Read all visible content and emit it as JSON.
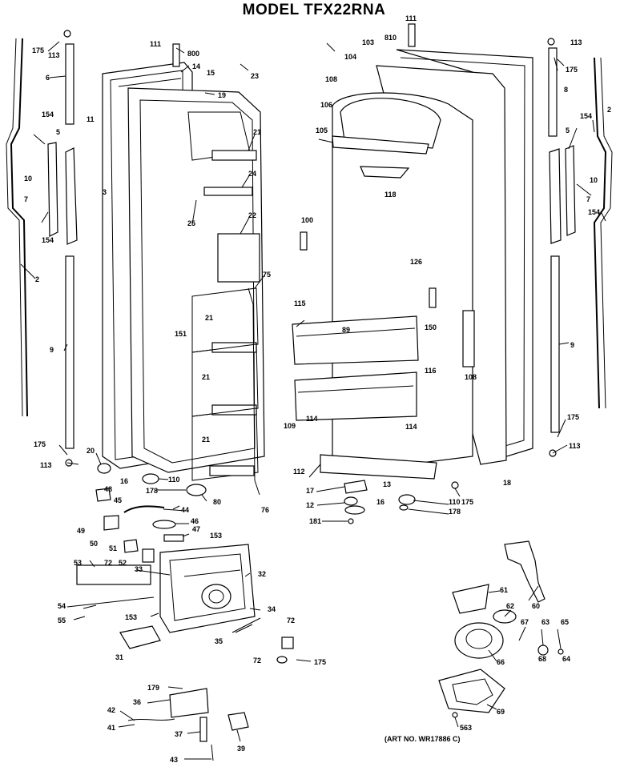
{
  "title": "MODEL TFX22RNA",
  "art_no": "(ART NO. WR17886 C)",
  "callouts": {
    "c111a": "111",
    "c800a": "800",
    "c14": "14",
    "c15": "15",
    "c23": "23",
    "c19": "19",
    "c175a": "175",
    "c113a": "113",
    "c6a": "6",
    "c154a": "154",
    "c5a": "5",
    "c11": "11",
    "c3": "3",
    "c10a": "10",
    "c7a": "7",
    "c154b": "154",
    "c2a": "2",
    "c9a": "9",
    "c21a": "21",
    "c24": "24",
    "c25": "25",
    "c22": "22",
    "c75": "75",
    "c151": "151",
    "c21b": "21",
    "c21c": "21",
    "c21d": "21",
    "c175b": "175",
    "c113b": "113",
    "c20": "20",
    "c16a": "16",
    "c110a": "110",
    "c178a": "178",
    "c80": "80",
    "c76": "76",
    "c48": "48",
    "c45": "45",
    "c44": "44",
    "c49": "49",
    "c46": "46",
    "c47": "47",
    "c153a": "153",
    "c50": "50",
    "c51": "51",
    "c72a": "72",
    "c52": "52",
    "c53": "53",
    "c33": "33",
    "c32": "32",
    "c54": "54",
    "c55": "55",
    "c153b": "153",
    "c34": "34",
    "c31": "31",
    "c35": "35",
    "c72b": "72",
    "c72c": "72",
    "c175c": "175",
    "c179": "179",
    "c36": "36",
    "c42": "42",
    "c41": "41",
    "c37": "37",
    "c39": "39",
    "c43": "43",
    "c111b": "111",
    "c810": "810",
    "c103": "103",
    "c104": "104",
    "c108": "108",
    "c106": "106",
    "c105": "105",
    "c118": "118",
    "c100": "100",
    "c126": "126",
    "c115": "115",
    "c89": "89",
    "c150": "150",
    "c116": "116",
    "c108b": "108",
    "c109": "109",
    "c114a": "114",
    "c114b": "114",
    "c112": "112",
    "c17": "17",
    "c13": "13",
    "c12": "12",
    "c181": "181",
    "c16b": "16",
    "c110b": "110",
    "c178b": "178",
    "c175d": "175",
    "c18": "18",
    "c113c": "113",
    "c175e": "175",
    "c8": "8",
    "c2b": "2",
    "c5b": "5",
    "c154c": "154",
    "c10b": "10",
    "c7b": "7",
    "c154d": "154",
    "c9b": "9",
    "c175f": "175",
    "c113d": "113",
    "c61": "61",
    "c62": "62",
    "c60": "60",
    "c67": "67",
    "c63": "63",
    "c65": "65",
    "c66": "66",
    "c68": "68",
    "c64": "64",
    "c69": "69",
    "c563": "563"
  }
}
